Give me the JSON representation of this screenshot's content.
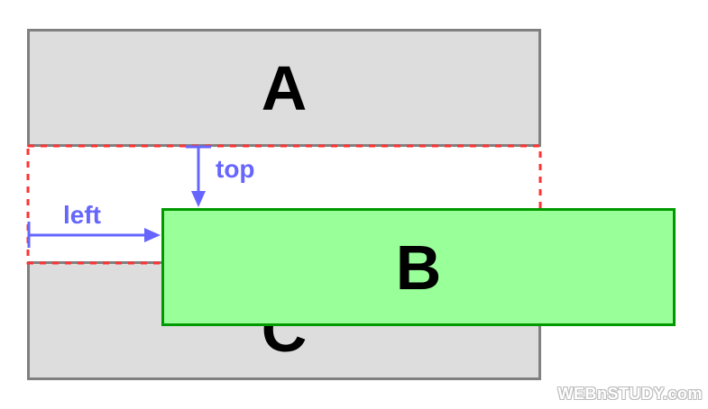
{
  "boxes": {
    "a_label": "A",
    "b_label": "B",
    "c_label": "C"
  },
  "offsets": {
    "top_label": "top",
    "left_label": "left"
  },
  "watermark": "WEBnSTUDY.com",
  "colors": {
    "static_box_fill": "#dddddd",
    "static_box_border": "#808080",
    "relative_box_fill": "#99ff99",
    "relative_box_border": "#009900",
    "original_position_outline": "#ff3333",
    "offset_arrow": "#6666ff"
  }
}
